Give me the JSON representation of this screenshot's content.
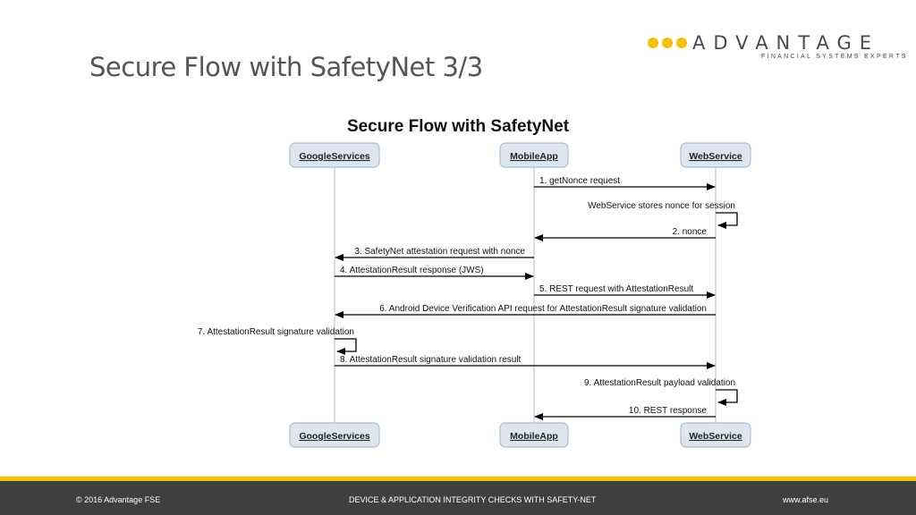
{
  "slide": {
    "title": "Secure Flow with SafetyNet 3/3"
  },
  "logo": {
    "word": "ADVANTAGE",
    "tagline": "FINANCIAL SYSTEMS EXPERTS"
  },
  "diagram": {
    "title": "Secure Flow with SafetyNet",
    "participants": [
      "GoogleServices",
      "MobileApp",
      "WebService"
    ],
    "messages": [
      {
        "from": 1,
        "to": 2,
        "label": "1. getNonce request"
      },
      {
        "from": 2,
        "to": 2,
        "label": "WebService stores nonce for session"
      },
      {
        "from": 2,
        "to": 1,
        "label": "2. nonce"
      },
      {
        "from": 1,
        "to": 0,
        "label": "3. SafetyNet attestation request with nonce"
      },
      {
        "from": 0,
        "to": 1,
        "label": "4. AttestationResult response (JWS)"
      },
      {
        "from": 1,
        "to": 2,
        "label": "5. REST request with AttestationResult"
      },
      {
        "from": 2,
        "to": 0,
        "label": "6. Android Device Verification API request for AttestationResult signature validation"
      },
      {
        "from": 0,
        "to": 0,
        "label": "7. AttestationResult signature validation"
      },
      {
        "from": 0,
        "to": 2,
        "label": "8. AttestationResult signature validation result"
      },
      {
        "from": 2,
        "to": 2,
        "label": "9. AttestationResult payload validation"
      },
      {
        "from": 2,
        "to": 1,
        "label": "10. REST response"
      }
    ]
  },
  "footer": {
    "copyright": "© 2016 Advantage FSE",
    "subject": "DEVICE & APPLICATION INTEGRITY CHECKS WITH SAFETY-NET",
    "url": "www.afse.eu"
  },
  "colors": {
    "accent": "#f5c200",
    "footer": "#3f3f3f",
    "participant_fill": "#dde6ef",
    "participant_stroke": "#a9bdd0"
  }
}
